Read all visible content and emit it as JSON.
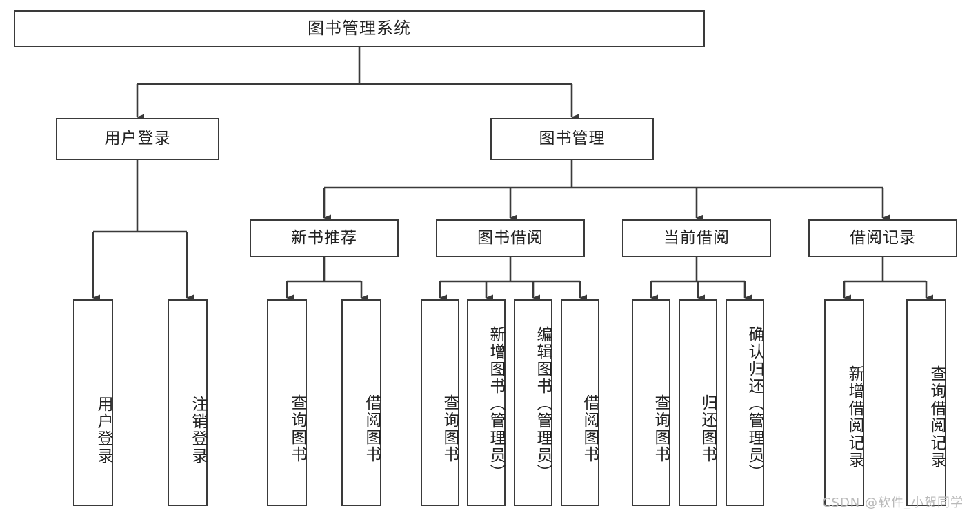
{
  "diagram": {
    "title": "图书管理系统",
    "type": "tree",
    "orientation": "top-down",
    "colors": {
      "box_border": "#3a3a3a",
      "box_fill": "#ffffff",
      "edge": "#3a3a3a",
      "text": "#222222",
      "watermark": "#b9b9b9",
      "background": "#ffffff"
    },
    "root": {
      "label": "图书管理系统"
    },
    "level2": [
      {
        "label": "用户登录"
      },
      {
        "label": "图书管理"
      }
    ],
    "level3": [
      {
        "label": "新书推荐"
      },
      {
        "label": "图书借阅"
      },
      {
        "label": "当前借阅"
      },
      {
        "label": "借阅记录"
      }
    ],
    "leaves": {
      "user_login": [
        {
          "label": "用户登录"
        },
        {
          "label": "注销登录"
        }
      ],
      "new_book_recommend": [
        {
          "label": "查询图书"
        },
        {
          "label": "借阅图书"
        }
      ],
      "book_borrow": [
        {
          "label": "查询图书"
        },
        {
          "label": "新增图书（管理员）"
        },
        {
          "label": "编辑图书（管理员）"
        },
        {
          "label": "借阅图书"
        }
      ],
      "current_borrow": [
        {
          "label": "查询图书"
        },
        {
          "label": "归还图书"
        },
        {
          "label": "确认归还（管理员）"
        }
      ],
      "borrow_record": [
        {
          "label": "新增借阅记录"
        },
        {
          "label": "查询借阅记录"
        }
      ]
    }
  },
  "watermark": {
    "text": "CSDN @软件_小贺同学"
  }
}
